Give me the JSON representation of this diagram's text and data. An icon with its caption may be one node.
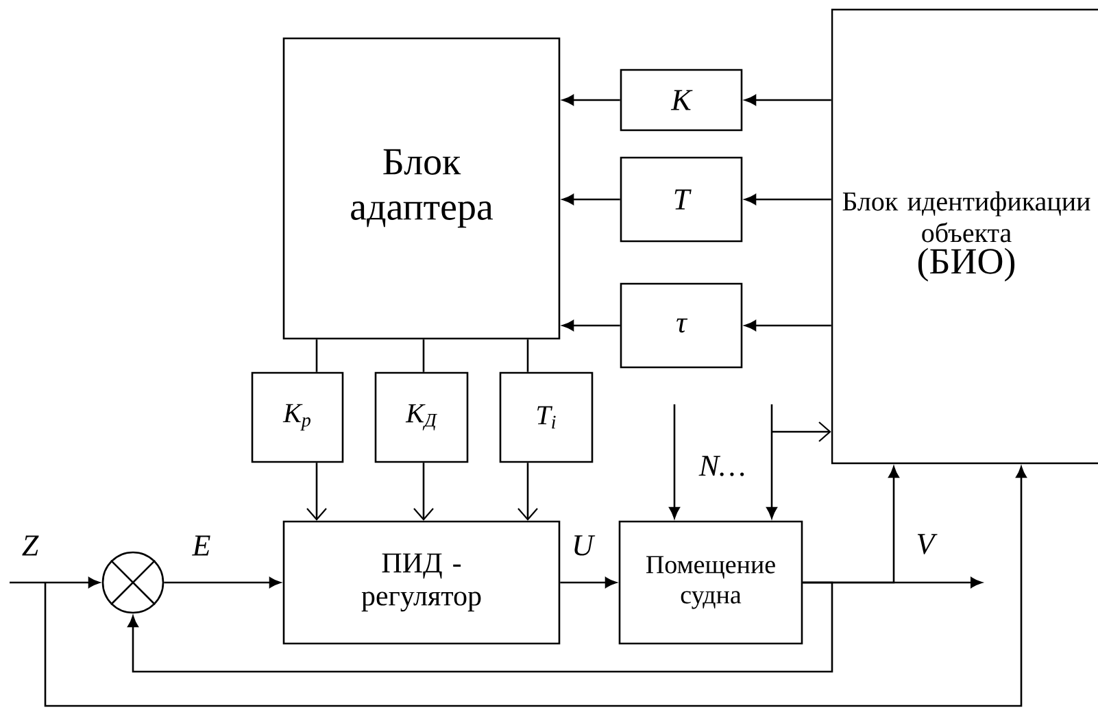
{
  "diagram": {
    "nodes": [
      {
        "text": [
          "Блок адаптера"
        ]
      },
      {
        "text": [
          "Блок идентификации объекта",
          "(БИО)"
        ]
      },
      {
        "text": [
          "K"
        ]
      },
      {
        "text": [
          "T"
        ]
      },
      {
        "text": [
          "τ"
        ]
      },
      {
        "text": [
          "K$_{p}$"
        ]
      },
      {
        "text": [
          "K$_{Д}$"
        ]
      },
      {
        "text": [
          "T$_{i}$"
        ]
      },
      {
        "text": [
          "ПИД - регулятор"
        ]
      },
      {
        "text": [
          "Помещение судна"
        ]
      },
      {
        "text": [],
        "shape": "circle"
      }
    ],
    "edges": [
      {
        "from": 1,
        "to": 2,
        "arrow": "to"
      },
      {
        "from": 2,
        "to": 0,
        "arrow": "to"
      },
      {
        "from": 1,
        "to": 3,
        "arrow": "to"
      },
      {
        "from": 3,
        "to": 0,
        "arrow": "to"
      },
      {
        "from": 1,
        "to": 4,
        "arrow": "to"
      },
      {
        "from": 4,
        "to": 0,
        "arrow": "to"
      },
      {
        "from": 0,
        "to": 5,
        "arrow": "none"
      },
      {
        "from": 0,
        "to": 6,
        "arrow": "none"
      },
      {
        "from": 0,
        "to": 7,
        "arrow": "none"
      },
      {
        "from": 5,
        "to": 8,
        "arrow": "to"
      },
      {
        "from": 6,
        "to": 8,
        "arrow": "to"
      },
      {
        "from": 7,
        "to": 8,
        "arrow": "to"
      },
      {
        "from": null,
        "to": 10,
        "arrow": "to",
        "label": "Z"
      },
      {
        "from": 10,
        "to": 8,
        "arrow": "to",
        "label": "E"
      },
      {
        "from": 8,
        "to": 9,
        "arrow": "to",
        "label": "U"
      },
      {
        "from": 9,
        "to": null,
        "arrow": "to",
        "label": "V"
      },
      {
        "from": 9,
        "to": 1,
        "arrow": "to"
      },
      {
        "from": 9,
        "to": 10,
        "arrow": "to"
      },
      {
        "from": null,
        "to": 1,
        "arrow": "to"
      },
      {
        "from": null,
        "to": 9,
        "arrow": "to"
      },
      {
        "from": null,
        "to": 9,
        "arrow": "to"
      },
      {
        "from": null,
        "to": 1,
        "arrow": "to"
      }
    ],
    "labels": [
      "N…"
    ]
  }
}
